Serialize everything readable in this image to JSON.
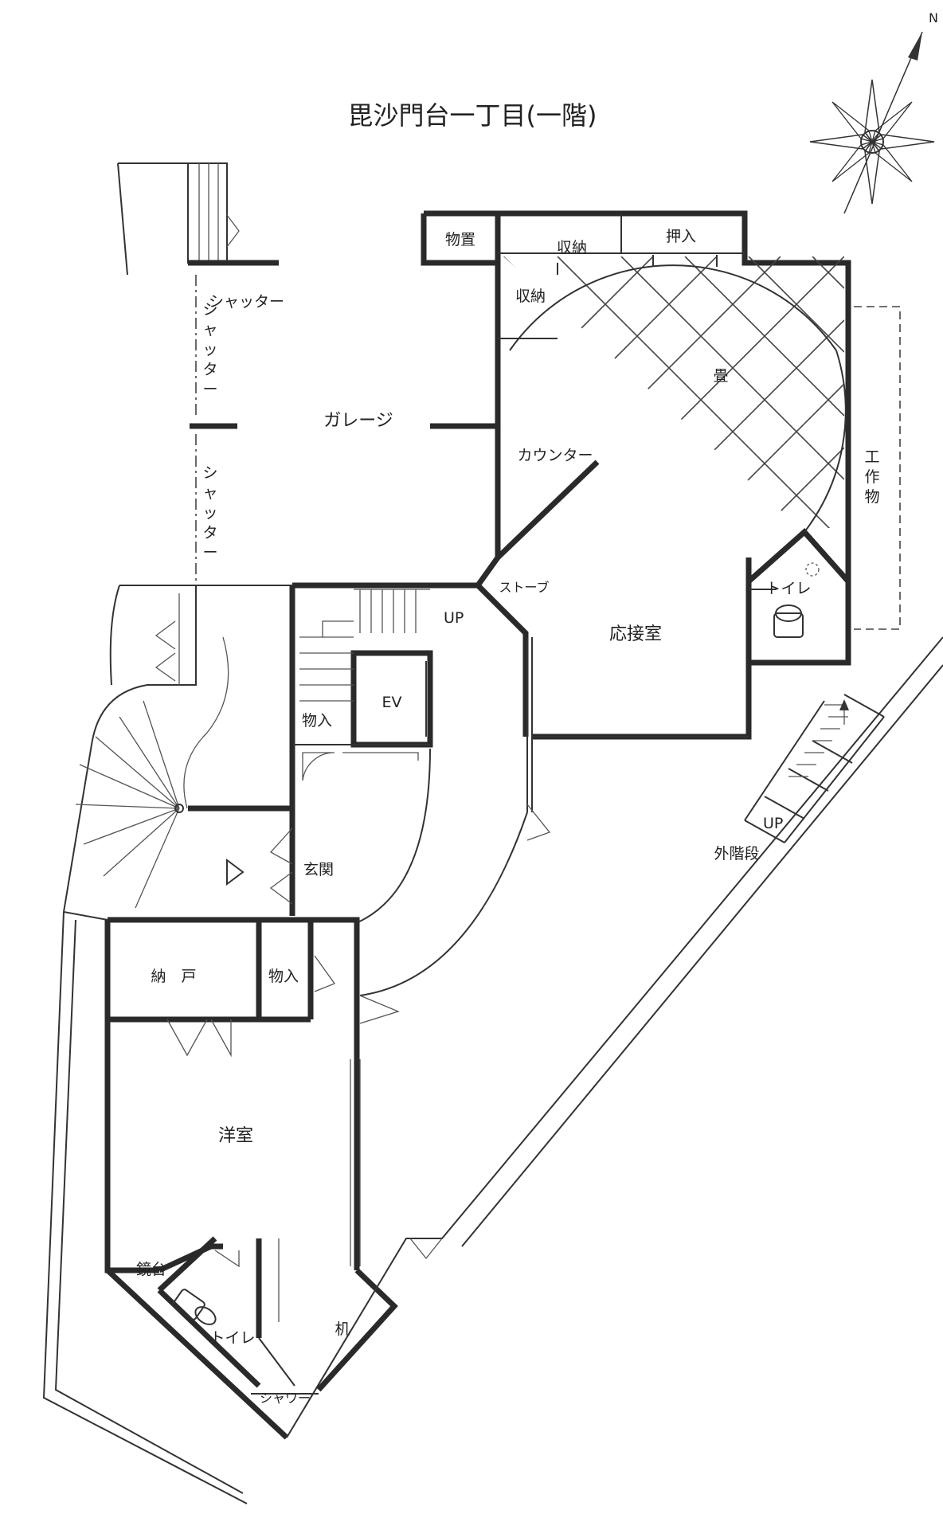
{
  "title": "毘沙門台一丁目(一階)",
  "compass": {
    "north_label": "N"
  },
  "rooms": {
    "storage_top": "物置",
    "closet_top": "収納",
    "oshiire": "押入",
    "closet_side": "収納",
    "tatami": "畳",
    "garage": "ガレージ",
    "shutter_1": "シャッター",
    "shutter_2": "シャッター",
    "counter": "カウンター",
    "koukabutsu": "工作物",
    "stove": "ストーブ",
    "toilet_upper": "トイレ",
    "reception": "応接室",
    "stairs_up": "UP",
    "ev": "EV",
    "monoire_upper": "物入",
    "entrance": "玄関",
    "outer_stairs_up": "UP",
    "outer_stairs": "外階段",
    "nando": "納　戸",
    "monoire_lower": "物入",
    "western_room": "洋室",
    "dresser": "鏡台",
    "toilet_lower": "トイレ",
    "desk": "机",
    "shower": "シャワー"
  }
}
